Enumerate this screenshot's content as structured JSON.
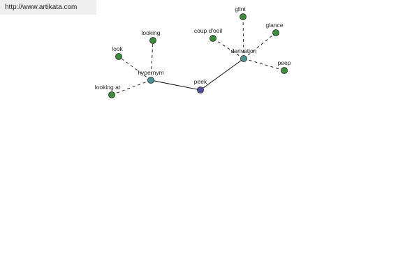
{
  "source": {
    "url": "http://www.artikata.com"
  },
  "colors": {
    "root": "#5050a0",
    "relation": "#4d9595",
    "word": "#3d8c3d"
  },
  "graph": {
    "root": {
      "label": "peek"
    },
    "relations": [
      {
        "id": "hypernym",
        "label": "hypernym",
        "words": [
          {
            "label": "looking"
          },
          {
            "label": "look"
          },
          {
            "label": "looking at"
          }
        ]
      },
      {
        "id": "derivation",
        "label": "derivation",
        "words": [
          {
            "label": "glint"
          },
          {
            "label": "coup d'oeil"
          },
          {
            "label": "glance"
          },
          {
            "label": "peep"
          }
        ]
      }
    ]
  }
}
